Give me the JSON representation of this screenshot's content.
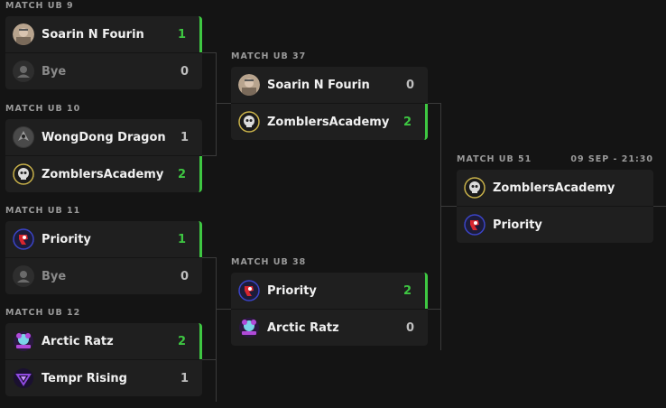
{
  "matches": {
    "ub9": {
      "label": "MATCH UB 9",
      "teams": [
        {
          "name": "Soarin N Fourin",
          "score": "1",
          "icon": "photo-avatar-icon"
        },
        {
          "name": "Bye",
          "score": "0",
          "icon": "user-silhouette-icon"
        }
      ]
    },
    "ub10": {
      "label": "MATCH UB 10",
      "teams": [
        {
          "name": "WongDong Dragon",
          "score": "1",
          "icon": "dragon-logo-icon"
        },
        {
          "name": "ZomblersAcademy",
          "score": "2",
          "icon": "zombie-skull-logo-icon"
        }
      ]
    },
    "ub11": {
      "label": "MATCH UB 11",
      "teams": [
        {
          "name": "Priority",
          "score": "1",
          "icon": "priority-logo-icon"
        },
        {
          "name": "Bye",
          "score": "0",
          "icon": "user-silhouette-icon"
        }
      ]
    },
    "ub12": {
      "label": "MATCH UB 12",
      "teams": [
        {
          "name": "Arctic Ratz",
          "score": "2",
          "icon": "arctic-ratz-logo-icon"
        },
        {
          "name": "Tempr Rising",
          "score": "1",
          "icon": "tempr-logo-icon"
        }
      ]
    },
    "ub37": {
      "label": "MATCH UB 37",
      "teams": [
        {
          "name": "Soarin N Fourin",
          "score": "0",
          "icon": "photo-avatar-icon"
        },
        {
          "name": "ZomblersAcademy",
          "score": "2",
          "icon": "zombie-skull-logo-icon"
        }
      ]
    },
    "ub38": {
      "label": "MATCH UB 38",
      "teams": [
        {
          "name": "Priority",
          "score": "2",
          "icon": "priority-logo-icon"
        },
        {
          "name": "Arctic Ratz",
          "score": "0",
          "icon": "arctic-ratz-logo-icon"
        }
      ]
    },
    "ub51": {
      "label": "MATCH UB 51",
      "date": "09 SEP - 21:30",
      "teams": [
        {
          "name": "ZomblersAcademy",
          "score": "",
          "icon": "zombie-skull-logo-icon"
        },
        {
          "name": "Priority",
          "score": "",
          "icon": "priority-logo-icon"
        }
      ]
    }
  },
  "colors": {
    "background": "#141414",
    "card": "#1f1f1f",
    "win": "#3ec742",
    "connector": "#3a3a3a"
  }
}
